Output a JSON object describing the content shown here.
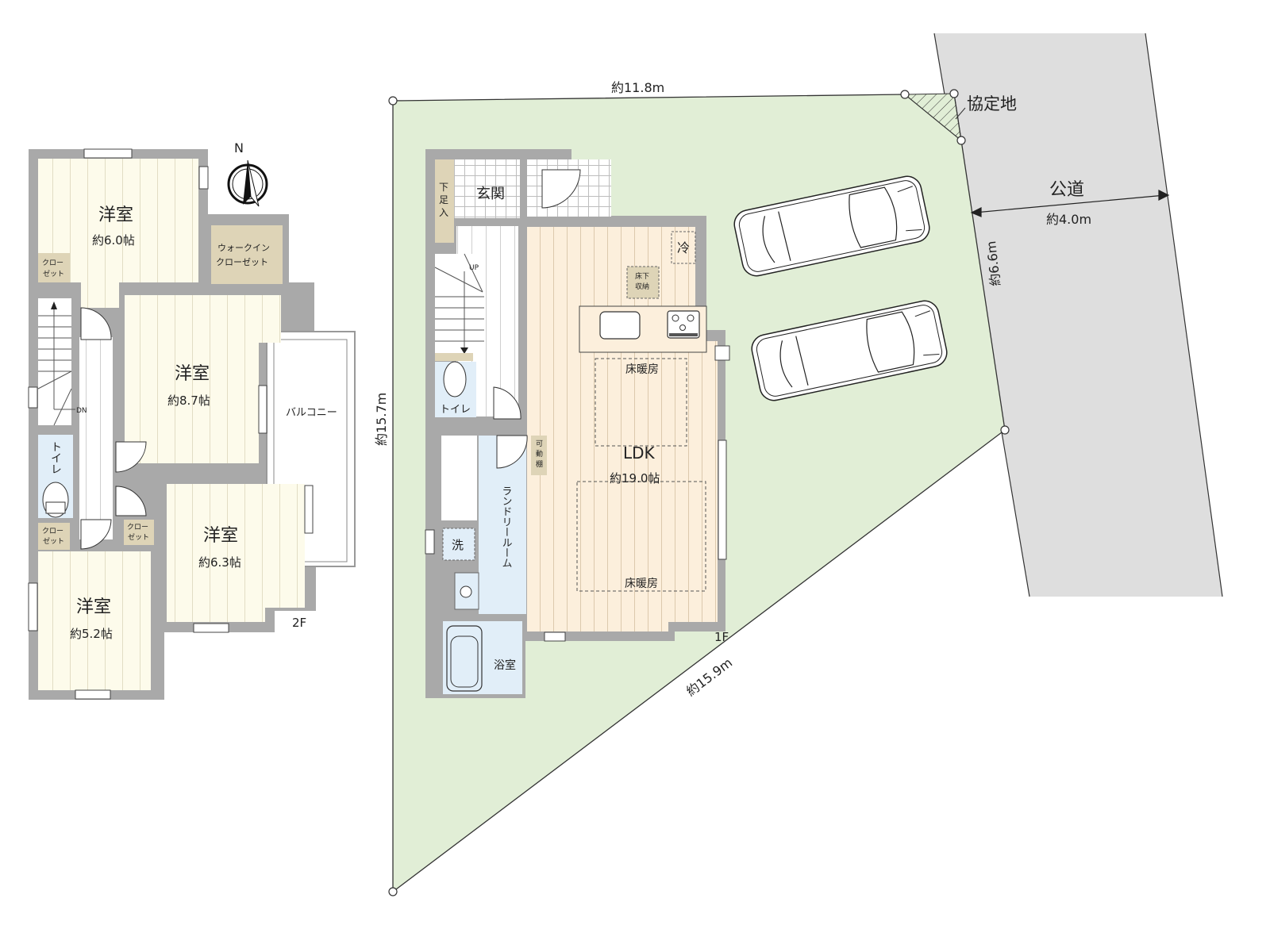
{
  "site": {
    "colors": {
      "lot": "#e1eed6",
      "road": "#dedede",
      "wall": "#a9a9a9",
      "floor_2f": "#fdfbeb",
      "floor_ldk": "#fcefdc",
      "wet": "#e1eef8",
      "storage": "#ded4b7"
    },
    "dimensions": {
      "north": "約11.8m",
      "west": "約15.7m",
      "southeast": "約15.9m",
      "frontage": "約6.6m",
      "road_width": "約4.0m"
    },
    "road_label": "公道",
    "agreement_land": "協定地",
    "parking_spaces": 2
  },
  "compass": {
    "label": "N"
  },
  "floor2": {
    "floor_label": "2F",
    "rooms": [
      {
        "name": "洋室",
        "area": "約6.0帖"
      },
      {
        "name": "洋室",
        "area": "約8.7帖"
      },
      {
        "name": "洋室",
        "area": "約6.3帖"
      },
      {
        "name": "洋室",
        "area": "約5.2帖"
      }
    ],
    "walk_in_closet": [
      "ウォークイン",
      "クローゼット"
    ],
    "closet": [
      "クロー",
      "ゼット"
    ],
    "toilet": "トイレ",
    "balcony": "バルコニー",
    "stairs_label": "DN"
  },
  "floor1": {
    "floor_label": "1F",
    "ldk": {
      "name": "LDK",
      "area": "約19.0帖"
    },
    "entrance": "玄関",
    "shoe_closet": [
      "下",
      "足",
      "入"
    ],
    "underfloor_storage": [
      "床下",
      "収納"
    ],
    "fridge": "冷",
    "floor_heating": "床暖房",
    "adjustable_shelf": [
      "可",
      "動",
      "棚"
    ],
    "laundry_room": "ランドリールーム",
    "washer": "洗",
    "bath": "浴室",
    "toilet": "トイレ",
    "stairs_label": "UP"
  }
}
